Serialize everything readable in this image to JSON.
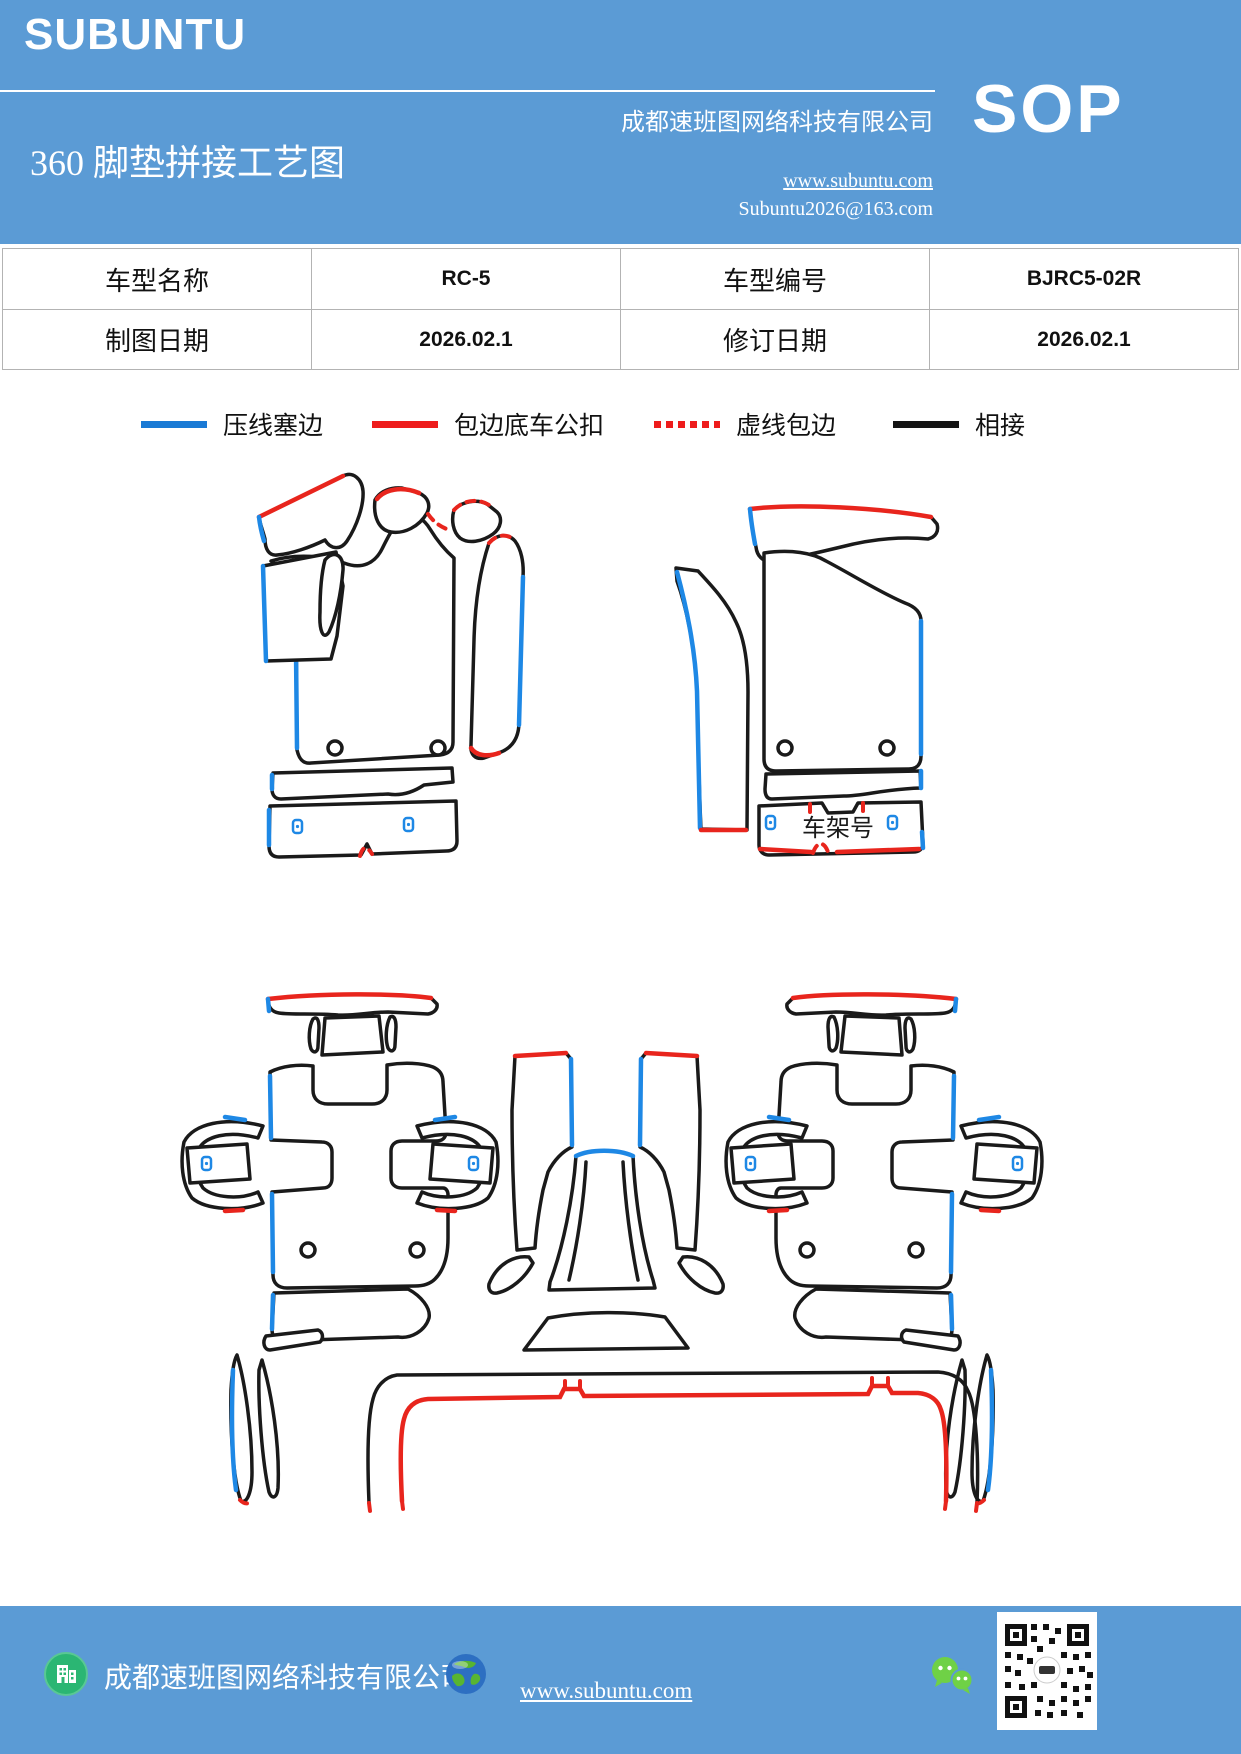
{
  "header": {
    "brand": "SUBUNTU",
    "company": "成都速班图网络科技有限公司",
    "title": "360 脚垫拼接工艺图",
    "website": "www.subuntu.com",
    "email": "Subuntu2026@163.com",
    "sop_label": "SOP"
  },
  "info_table": {
    "rows": [
      {
        "c0": "车型名称",
        "c1": "RC-5",
        "c2": "车型编号",
        "c3": "BJRC5-02R"
      },
      {
        "c0": "制图日期",
        "c1": "2026.02.1",
        "c2": "修订日期",
        "c3": "2026.02.1"
      }
    ]
  },
  "legend": {
    "items": [
      {
        "label": "压线塞边",
        "color": "#1a7ad5",
        "style": "solid"
      },
      {
        "label": "包边底车公扣",
        "color": "#ee1c1c",
        "style": "solid"
      },
      {
        "label": "虚线包边",
        "color": "#ee1c1c",
        "style": "dotted"
      },
      {
        "label": "相接",
        "color": "#141414",
        "style": "solid"
      }
    ]
  },
  "diagram": {
    "vin_label": "车架号"
  },
  "footer": {
    "company": "成都速班图网络科技有限公司",
    "website": "www.subuntu.com",
    "icons": [
      "building-icon",
      "globe-icon",
      "wechat-icon",
      "qr-code"
    ]
  },
  "colors": {
    "header_blue": "#5b9bd5",
    "line_blue": "#1e88e5",
    "line_red": "#e8251d",
    "line_black": "#1a1a1a"
  }
}
